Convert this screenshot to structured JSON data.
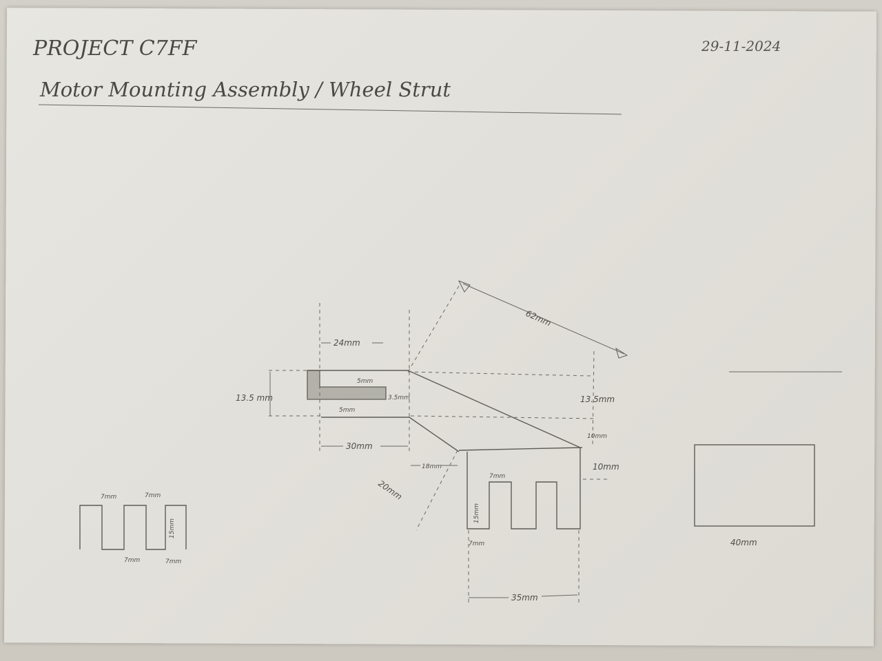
{
  "sheet": {
    "project_title": "PROJECT C7FF",
    "subtitle": "Motor Mounting Assembly / Wheel Strut",
    "date": "29-11-2024"
  },
  "dimensions": {
    "d62": "62mm",
    "d24": "24mm",
    "d5a": "5mm",
    "d35": "3.5mm",
    "d135_left": "13.5 mm",
    "d5b": "5mm",
    "d30": "30mm",
    "d18": "18mm",
    "d20": "20mm",
    "d135_right": "13.5mm",
    "d10_upper": "10mm",
    "d10_lower": "10mm",
    "d7_top": "7mm",
    "d15_comb": "15mm",
    "d7_bottom": "7mm",
    "d35_bottom": "35mm"
  },
  "left_detail": {
    "top_a": "7mm",
    "top_b": "7mm",
    "side": "15mm",
    "bottom_a": "7mm",
    "bottom_b": "7mm"
  },
  "right_detail": {
    "width_label": "40mm"
  }
}
